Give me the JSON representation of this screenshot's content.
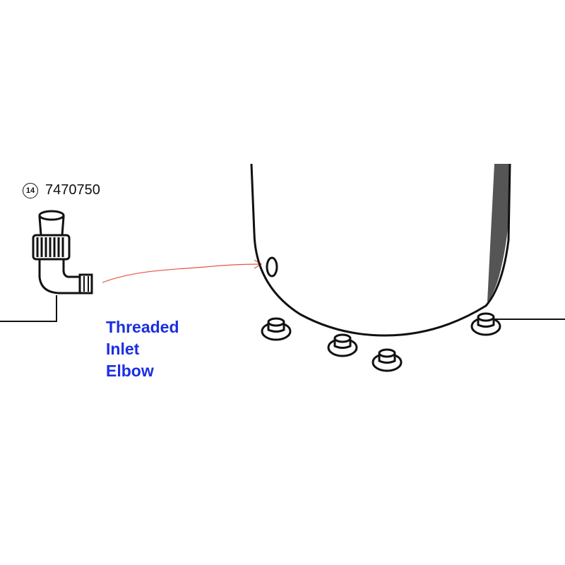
{
  "part": {
    "index_marker": "14",
    "number": "7470750"
  },
  "caption": {
    "line1": "Threaded",
    "line2": "Inlet",
    "line3": "Elbow"
  },
  "colors": {
    "caption": "#1b2fe0",
    "arrow": "#e4553f",
    "outline": "#111111",
    "shadow": "#555555"
  }
}
